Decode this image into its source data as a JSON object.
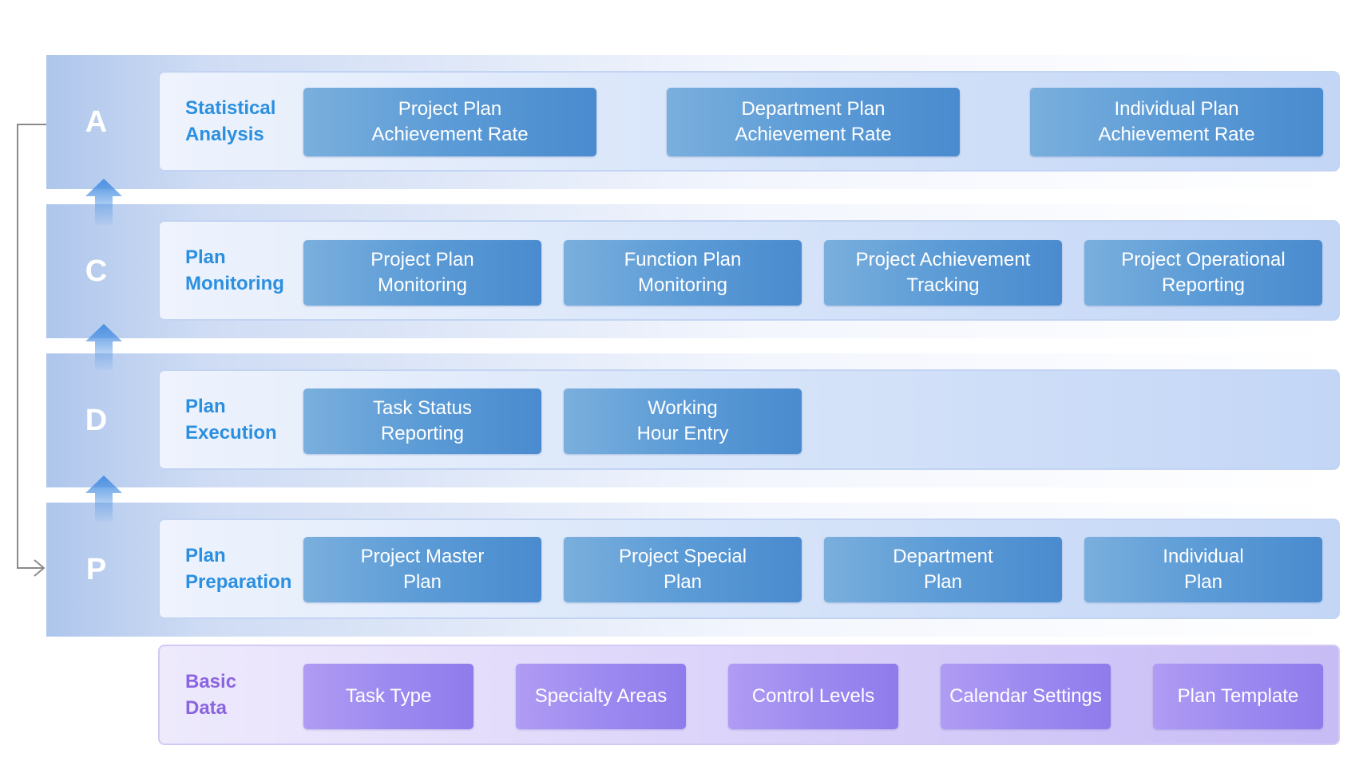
{
  "rows": [
    {
      "letter": "A",
      "label": "Statistical\nAnalysis",
      "items": [
        "Project Plan\nAchievement Rate",
        "Department Plan\nAchievement Rate",
        "Individual Plan\nAchievement Rate"
      ]
    },
    {
      "letter": "C",
      "label": "Plan\nMonitoring",
      "items": [
        "Project Plan\nMonitoring",
        "Function Plan\nMonitoring",
        "Project Achievement\nTracking",
        "Project Operational\nReporting"
      ]
    },
    {
      "letter": "D",
      "label": "Plan\nExecution",
      "items": [
        "Task Status\nReporting",
        "Working\nHour Entry"
      ]
    },
    {
      "letter": "P",
      "label": "Plan\nPreparation",
      "items": [
        "Project Master\nPlan",
        "Project Special\nPlan",
        "Department\nPlan",
        "Individual\nPlan"
      ]
    }
  ],
  "basic": {
    "label": "Basic\nData",
    "items": [
      "Task Type",
      "Specialty Areas",
      "Control Levels",
      "Calendar Settings",
      "Plan Template"
    ]
  },
  "colors": {
    "label_blue": "#2b8fe0",
    "label_purple": "#8a64e0",
    "box_blue": "#5b9bd6",
    "box_purple": "#9d8af0",
    "arrow_blue": "#4a90e2"
  },
  "icons": {
    "up_arrow": "up-arrow-icon",
    "loop_arrow": "loop-arrow-icon"
  }
}
